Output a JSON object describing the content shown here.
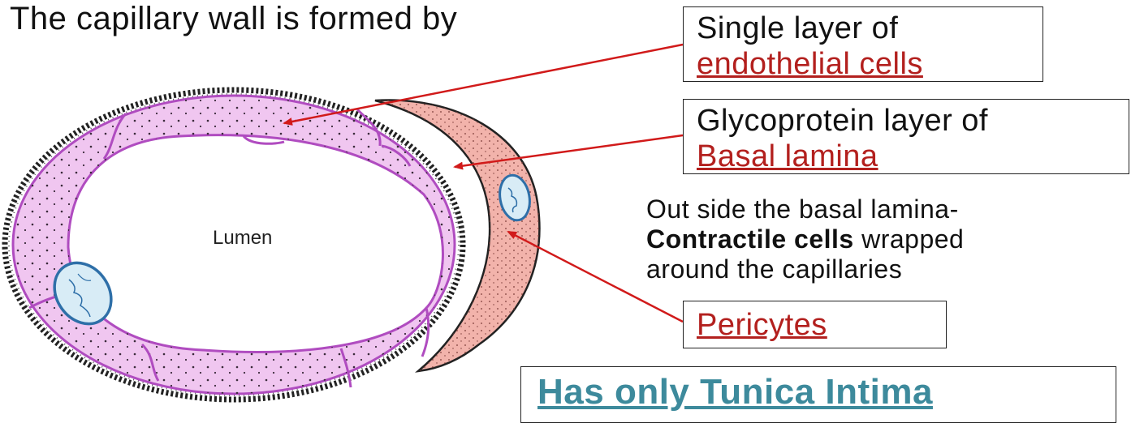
{
  "title": "The capillary wall is formed by",
  "diagram": {
    "lumen_label": "Lumen",
    "colors": {
      "endothelium_fill": "#f0c6f0",
      "endothelium_stroke": "#b04cc0",
      "pericyte_fill": "#f2b3ab",
      "nucleus_fill": "#d8ecf6",
      "nucleus_stroke": "#2e6fa8",
      "arrow": "#d11a1a"
    }
  },
  "labels": {
    "endothelial": {
      "line1": "Single layer of",
      "line2": "endothelial cells"
    },
    "basal": {
      "line1": "Glycoprotein layer of",
      "line2": "Basal lamina"
    },
    "pericytes": {
      "line2": "Pericytes"
    }
  },
  "note": {
    "line1": "Out side the basal lamina-",
    "bold": "Contractile cells",
    "rest": " wrapped",
    "line3": "around the capillaries"
  },
  "footer": {
    "text": "Has only Tunica Intima"
  }
}
